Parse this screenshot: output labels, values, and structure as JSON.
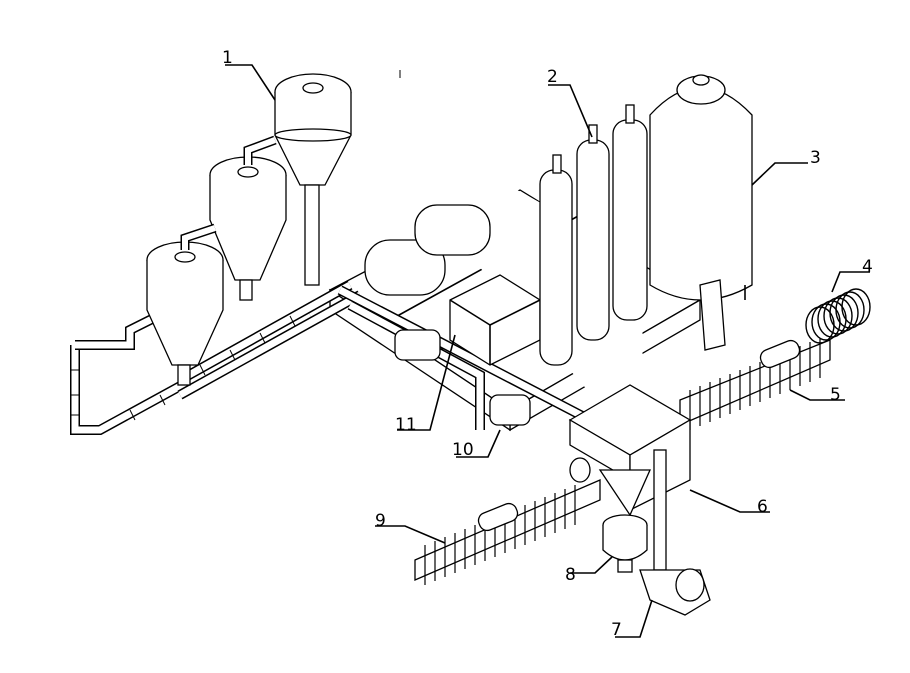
{
  "diagram": {
    "labels": [
      "1",
      "2",
      "3",
      "4",
      "5",
      "6",
      "7",
      "8",
      "9",
      "10",
      "11"
    ]
  },
  "colors": {
    "line": "#000000",
    "background": "#ffffff"
  }
}
